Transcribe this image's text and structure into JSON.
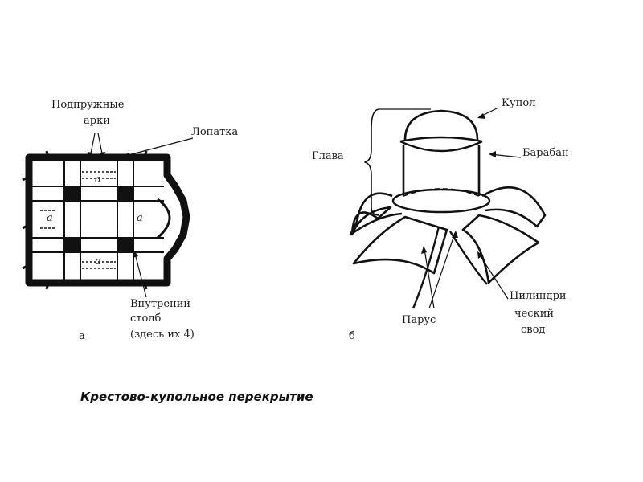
{
  "plan": {
    "arches_label_line1": "Подпружные",
    "arches_label_line2": "арки",
    "pilaster_label": "Лопатка",
    "pillar_label_line1": "Внутрений",
    "pillar_label_line2": "столб",
    "pillar_label_line3": "(здесь их 4)",
    "figure_letter": "а",
    "arm_letter": "а"
  },
  "dome": {
    "kupol_label": "Купол",
    "baraban_label": "Барабан",
    "glava_label": "Глава",
    "parus_label": "Парус",
    "vault_label_line1": "Цилиндри-",
    "vault_label_line2": "ческий",
    "vault_label_line3": "свод",
    "figure_letter": "б"
  },
  "caption": "Крестово-купольное перекрытие"
}
